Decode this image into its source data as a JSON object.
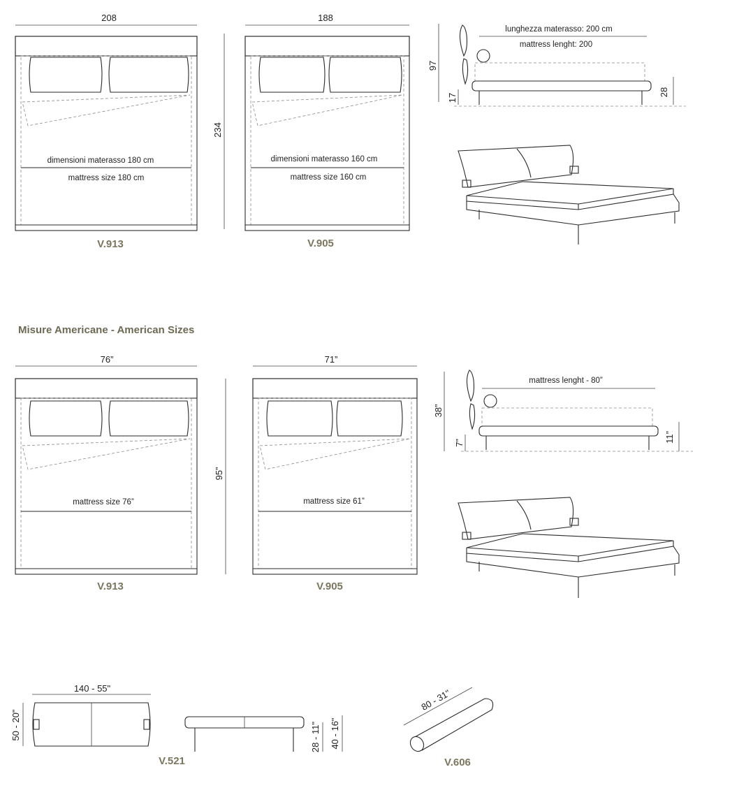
{
  "metric": {
    "bed_913": {
      "width": "208",
      "mattress_it": "dimensioni materasso 180 cm",
      "mattress_en": "mattress size  180 cm",
      "model": "V.913"
    },
    "length": "234",
    "bed_905": {
      "width": "188",
      "mattress_it": "dimensioni materasso 160 cm",
      "mattress_en": "mattress size 160 cm",
      "model": "V.905"
    },
    "side": {
      "length_it": "lunghezza materasso: 200 cm",
      "length_en": "mattress lenght: 200",
      "height": "97",
      "floor": "17",
      "frame": "28"
    }
  },
  "section_title": "Misure Americane - American Sizes",
  "american": {
    "bed_913": {
      "width": "76”",
      "mattress": "mattress size  76”",
      "model": "V.913"
    },
    "length": "95”",
    "bed_905": {
      "width": "71”",
      "mattress": "mattress size  61”",
      "model": "V.905"
    },
    "side": {
      "length": "mattress lenght - 80”",
      "height": "38”",
      "floor": "7”",
      "frame": "11”"
    }
  },
  "bench": {
    "width": "140 - 55\"",
    "depth": "50 - 20\"",
    "seat_height": "28 - 11\"",
    "total_height": "40 - 16\"",
    "model": "V.521"
  },
  "cushion": {
    "length": "80 - 31\"",
    "model": "V.606"
  }
}
